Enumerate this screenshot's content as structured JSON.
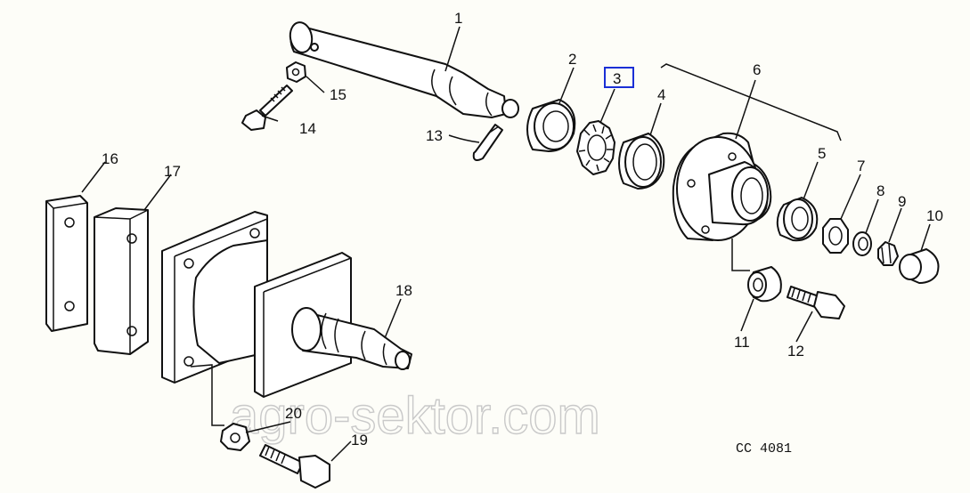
{
  "labels": [
    {
      "id": "1",
      "text": "1"
    },
    {
      "id": "2",
      "text": "2"
    },
    {
      "id": "3",
      "text": "3"
    },
    {
      "id": "4",
      "text": "4"
    },
    {
      "id": "5",
      "text": "5"
    },
    {
      "id": "6",
      "text": "6"
    },
    {
      "id": "7",
      "text": "7"
    },
    {
      "id": "8",
      "text": "8"
    },
    {
      "id": "9",
      "text": "9"
    },
    {
      "id": "10",
      "text": "10"
    },
    {
      "id": "11",
      "text": "11"
    },
    {
      "id": "12",
      "text": "12"
    },
    {
      "id": "13",
      "text": "13"
    },
    {
      "id": "14",
      "text": "14"
    },
    {
      "id": "15",
      "text": "15"
    },
    {
      "id": "16",
      "text": "16"
    },
    {
      "id": "17",
      "text": "17"
    },
    {
      "id": "18",
      "text": "18"
    },
    {
      "id": "19",
      "text": "19"
    },
    {
      "id": "20",
      "text": "20"
    }
  ],
  "highlighted_label": "3",
  "highlight_color": "#1a2fd6",
  "drawing_code": "CC  4081",
  "watermark": "agro-sektor.com"
}
